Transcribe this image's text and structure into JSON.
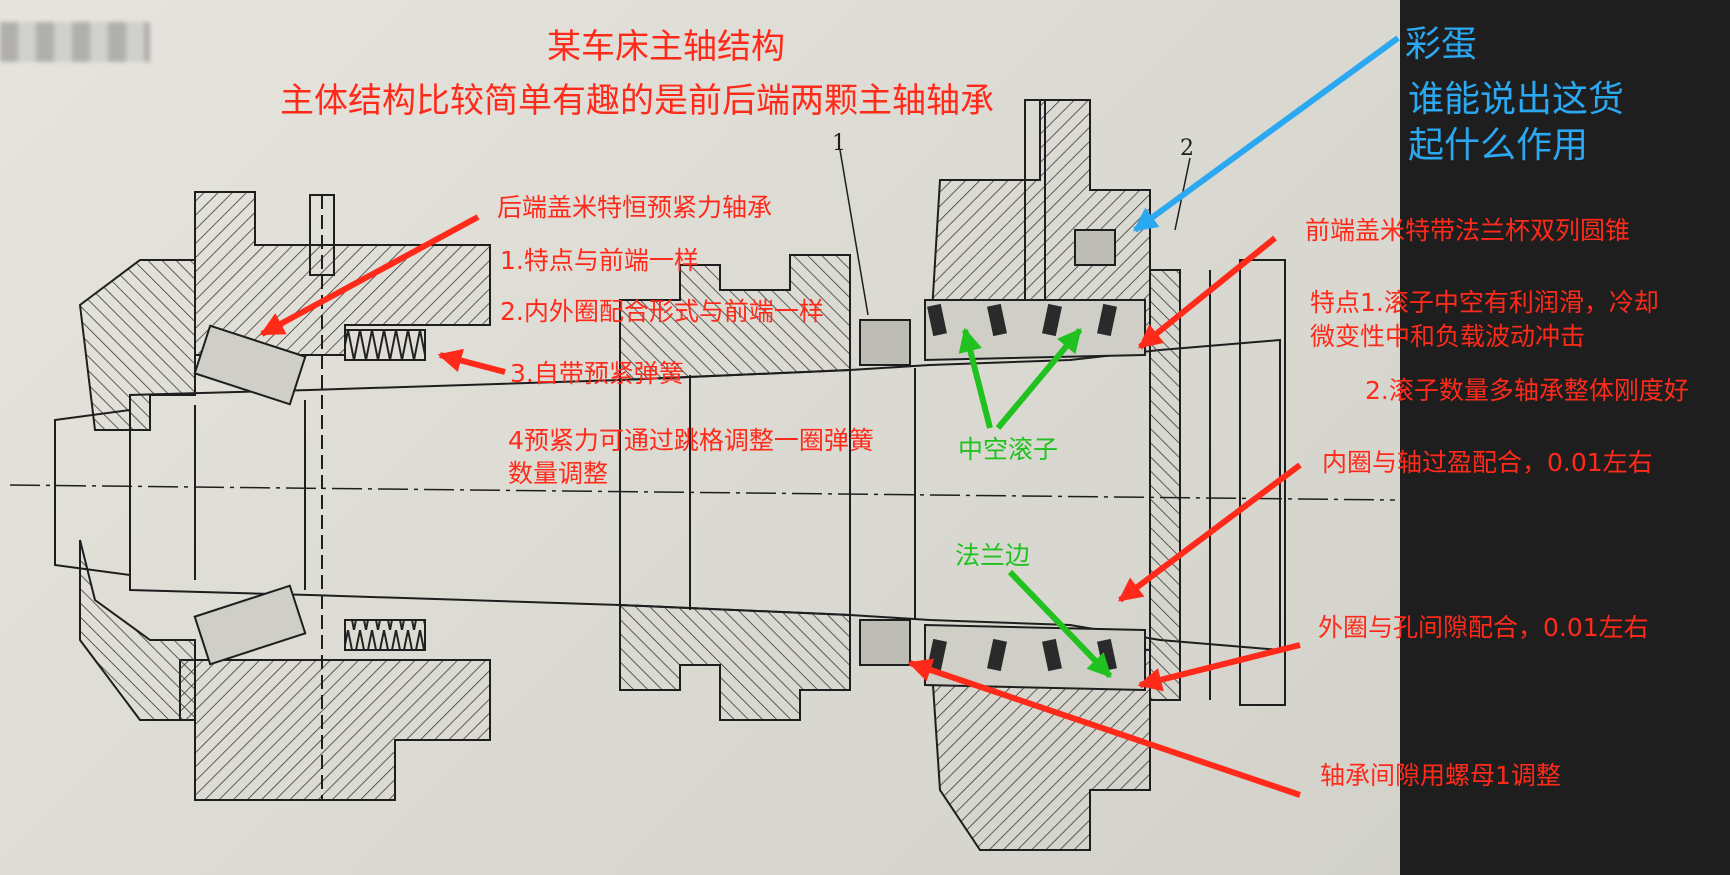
{
  "title": "某车床主轴结构",
  "subtitle": "主体结构比较简单有趣的是前后端两颗主轴轴承",
  "part_numbers": [
    "1",
    "2"
  ],
  "colors": {
    "red": "#ff2a1a",
    "green": "#21c21f",
    "blue": "#2aa8f2",
    "paper": "#dcdbd3",
    "dark": "#1e1e1e"
  },
  "rear": {
    "heading": "后端盖米特恒预紧力轴承",
    "notes": [
      "1.特点与前端一样",
      "2.内外圈配合形式与前端一样",
      "3.自带预紧弹簧"
    ],
    "adjust": [
      "4预紧力可通过跳格调整一圈弹簧",
      "数量调整"
    ]
  },
  "front": {
    "heading": "前端盖米特带法兰杯双列圆锥",
    "features": [
      "特点1.滚子中空有利润滑，冷却",
      "微变性中和负载波动冲击"
    ],
    "feature2": "2.滚子数量多轴承整体刚度好",
    "inner_fit": "内圈与轴过盈配合，0.01左右",
    "outer_fit": "外圈与孔间隙配合，0.01左右",
    "nut": "轴承间隙用螺母1调整"
  },
  "hollow_roller": "中空滚子",
  "flange": "法兰边",
  "easter_egg": {
    "title": "彩蛋",
    "lines": [
      "谁能说出这货",
      "起什么作用"
    ]
  }
}
